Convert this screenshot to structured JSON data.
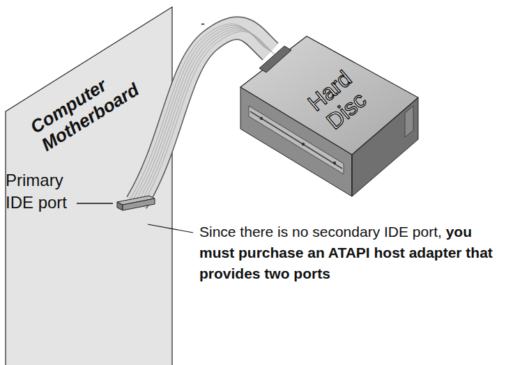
{
  "diagram": {
    "nodes": [
      {
        "text": [
          "Computer Motherboard"
        ]
      },
      {
        "text": [
          "Hard Disc"
        ]
      }
    ],
    "labels": [
      "-",
      "Primary IDE port",
      "Since there is no secondary IDE port,",
      "you must purchase an ATAPI host adapter that provides two ports"
    ]
  }
}
